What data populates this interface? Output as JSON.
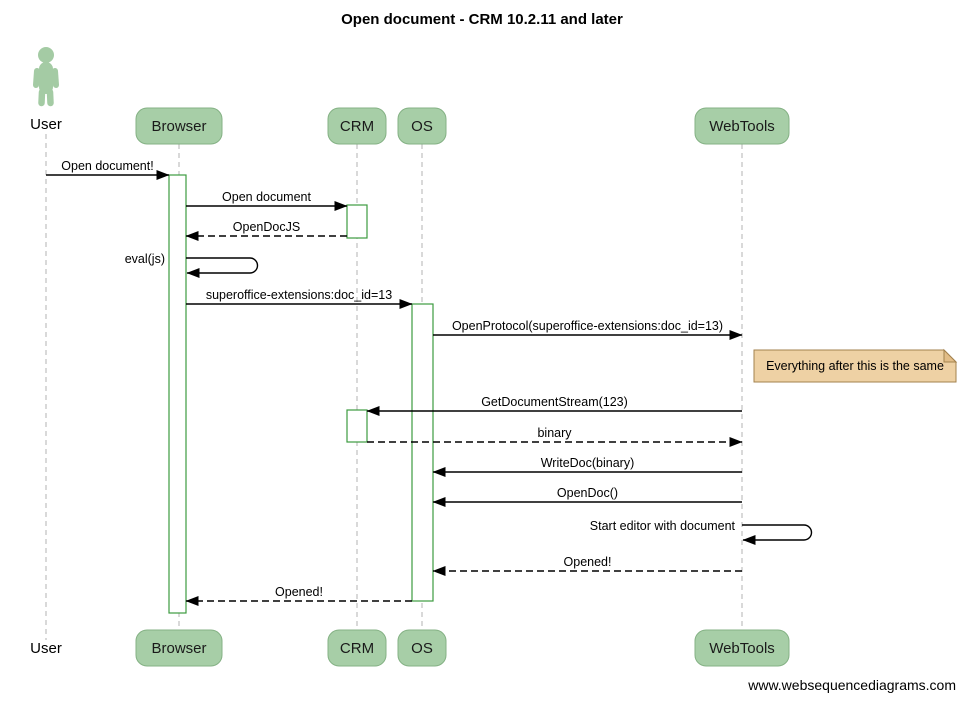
{
  "title": "Open document - CRM 10.2.11 and later",
  "footer": "www.websequencediagrams.com",
  "actor": {
    "id": "user",
    "label": "User"
  },
  "participants": [
    {
      "id": "browser",
      "label": "Browser"
    },
    {
      "id": "crm",
      "label": "CRM"
    },
    {
      "id": "os",
      "label": "OS"
    },
    {
      "id": "webtools",
      "label": "WebTools"
    }
  ],
  "messages": [
    {
      "from": "user",
      "to": "browser",
      "label": "Open document!",
      "line": "solid",
      "kind": "normal"
    },
    {
      "from": "browser",
      "to": "crm",
      "label": "Open document",
      "line": "solid",
      "kind": "normal"
    },
    {
      "from": "crm",
      "to": "browser",
      "label": "OpenDocJS",
      "line": "dashed",
      "kind": "normal"
    },
    {
      "from": "browser",
      "to": "browser",
      "label": "eval(js)",
      "line": "solid",
      "kind": "self"
    },
    {
      "from": "browser",
      "to": "os",
      "label": "superoffice-extensions:doc_id=13",
      "line": "solid",
      "kind": "normal"
    },
    {
      "from": "os",
      "to": "webtools",
      "label": "OpenProtocol(superoffice-extensions:doc_id=13)",
      "line": "solid",
      "kind": "normal"
    },
    {
      "from": "webtools",
      "to": "crm",
      "label": "GetDocumentStream(123)",
      "line": "solid",
      "kind": "normal"
    },
    {
      "from": "crm",
      "to": "webtools",
      "label": "binary",
      "line": "dashed",
      "kind": "normal"
    },
    {
      "from": "webtools",
      "to": "os",
      "label": "WriteDoc(binary)",
      "line": "solid",
      "kind": "normal"
    },
    {
      "from": "webtools",
      "to": "os",
      "label": "OpenDoc()",
      "line": "solid",
      "kind": "normal"
    },
    {
      "from": "webtools",
      "to": "webtools",
      "label": "Start editor with document",
      "line": "solid",
      "kind": "self"
    },
    {
      "from": "webtools",
      "to": "os",
      "label": "Opened!",
      "line": "dashed",
      "kind": "normal"
    },
    {
      "from": "os",
      "to": "browser",
      "label": "Opened!",
      "line": "dashed",
      "kind": "normal"
    }
  ],
  "note": {
    "text": "Everything after this is the same"
  },
  "colors": {
    "participant_fill": "#a7cea7",
    "participant_border": "#84b184",
    "actor_fill": "#a4cba4",
    "activation_border": "#3c9b40",
    "activation_fill": "#ffffff",
    "note_fill": "#eed1a4",
    "note_fold": "#e2bd87",
    "note_border": "#a3824e",
    "lifeline": "#b3b3b3",
    "arrow": "#000000",
    "text": "#000000",
    "participant_text": "#1a1a1a"
  }
}
